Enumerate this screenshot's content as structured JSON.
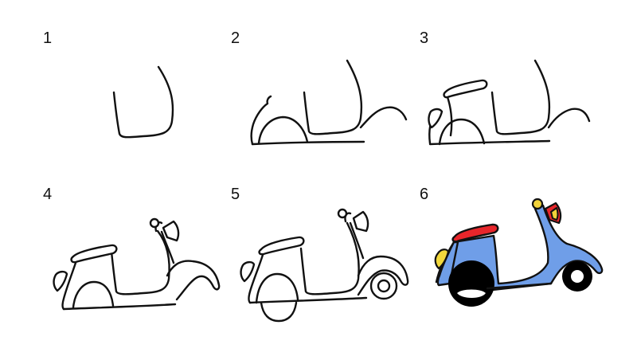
{
  "steps": [
    {
      "number": "1"
    },
    {
      "number": "2"
    },
    {
      "number": "3"
    },
    {
      "number": "4"
    },
    {
      "number": "5"
    },
    {
      "number": "6"
    }
  ],
  "colors": {
    "line": "#111111",
    "body_blue": "#6f9ee8",
    "seat_red": "#e8262b",
    "headlight_yellow": "#f2d83c",
    "mirror_yellow": "#f1d23a",
    "wheel_black": "#000000",
    "background": "#ffffff"
  }
}
